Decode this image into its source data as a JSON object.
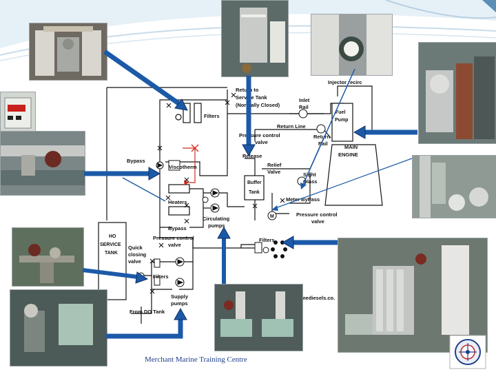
{
  "labels": {
    "return_to_service_tank_1": "Return to",
    "return_to_service_tank_2": "Service Tank",
    "return_to_service_tank_3": "(Normally Closed)",
    "inlet_rail_1": "Inlet",
    "inlet_rail_2": "Rail",
    "injector_recirc": "Injector recirc",
    "fuel_pump_1": "Fuel",
    "fuel_pump_2": "Pump",
    "filters_top": "Filters",
    "return_line": "Return Line",
    "return_rail_1": "Return",
    "return_rail_2": "Rail",
    "pressure_control_valve_top_1": "Pressure control",
    "pressure_control_valve_top_2": "valve",
    "main_engine_1": "MAIN",
    "main_engine_2": "ENGINE",
    "bypass_left": "Bypass",
    "viscotherm": "Viscotherm",
    "release": "Release",
    "relief_valve_1": "Relief",
    "relief_valve_2": "Valve",
    "sight_glass_1": "Sight",
    "sight_glass_2": "Glass",
    "buffer_tank_1": "Buffer",
    "buffer_tank_2": "Tank",
    "heaters": "Heaters",
    "meter_bypass": "Meter ByPass",
    "bypass_lower": "Bypass",
    "circulating_pumps_1": "Circulating",
    "circulating_pumps_2": "pumps",
    "meter": "M",
    "pressure_control_valve_mid_1": "Pressure control",
    "pressure_control_valve_mid_2": "valve",
    "ho_service_tank_1": "HO",
    "ho_service_tank_2": "SERVICE",
    "ho_service_tank_3": "TANK",
    "pressure_control_valve_low_1": "Pressure control",
    "pressure_control_valve_low_2": "valve",
    "filters_lower": "Filters",
    "quick_closing_valve_1": "Quick",
    "quick_closing_valve_2": "closing",
    "quick_closing_valve_3": "valve",
    "filters_supply": "Filters",
    "supply_pumps_1": "Supply",
    "supply_pumps_2": "pumps",
    "from_do_tank": "From DO Tank",
    "website_fragment": "mediesels.co."
  },
  "footer": "Merchant Marine Training Centre",
  "colors": {
    "arrow_blue": "#1c5aa8",
    "arrow_edge": "#0d2f66",
    "diagram_line": "#111111",
    "red_branch": "#d42a1e",
    "footer_text": "#1f3f8a"
  },
  "photos": [
    "photo-duplex-filters",
    "photo-control-panel",
    "photo-viscotherm-piping",
    "photo-filter-column",
    "photo-fuel-pump",
    "photo-engine-fuel-pump",
    "photo-buffer-tank",
    "photo-valve-cluster",
    "photo-supply-filter",
    "photo-circulating-pumps",
    "photo-automatic-filters"
  ]
}
